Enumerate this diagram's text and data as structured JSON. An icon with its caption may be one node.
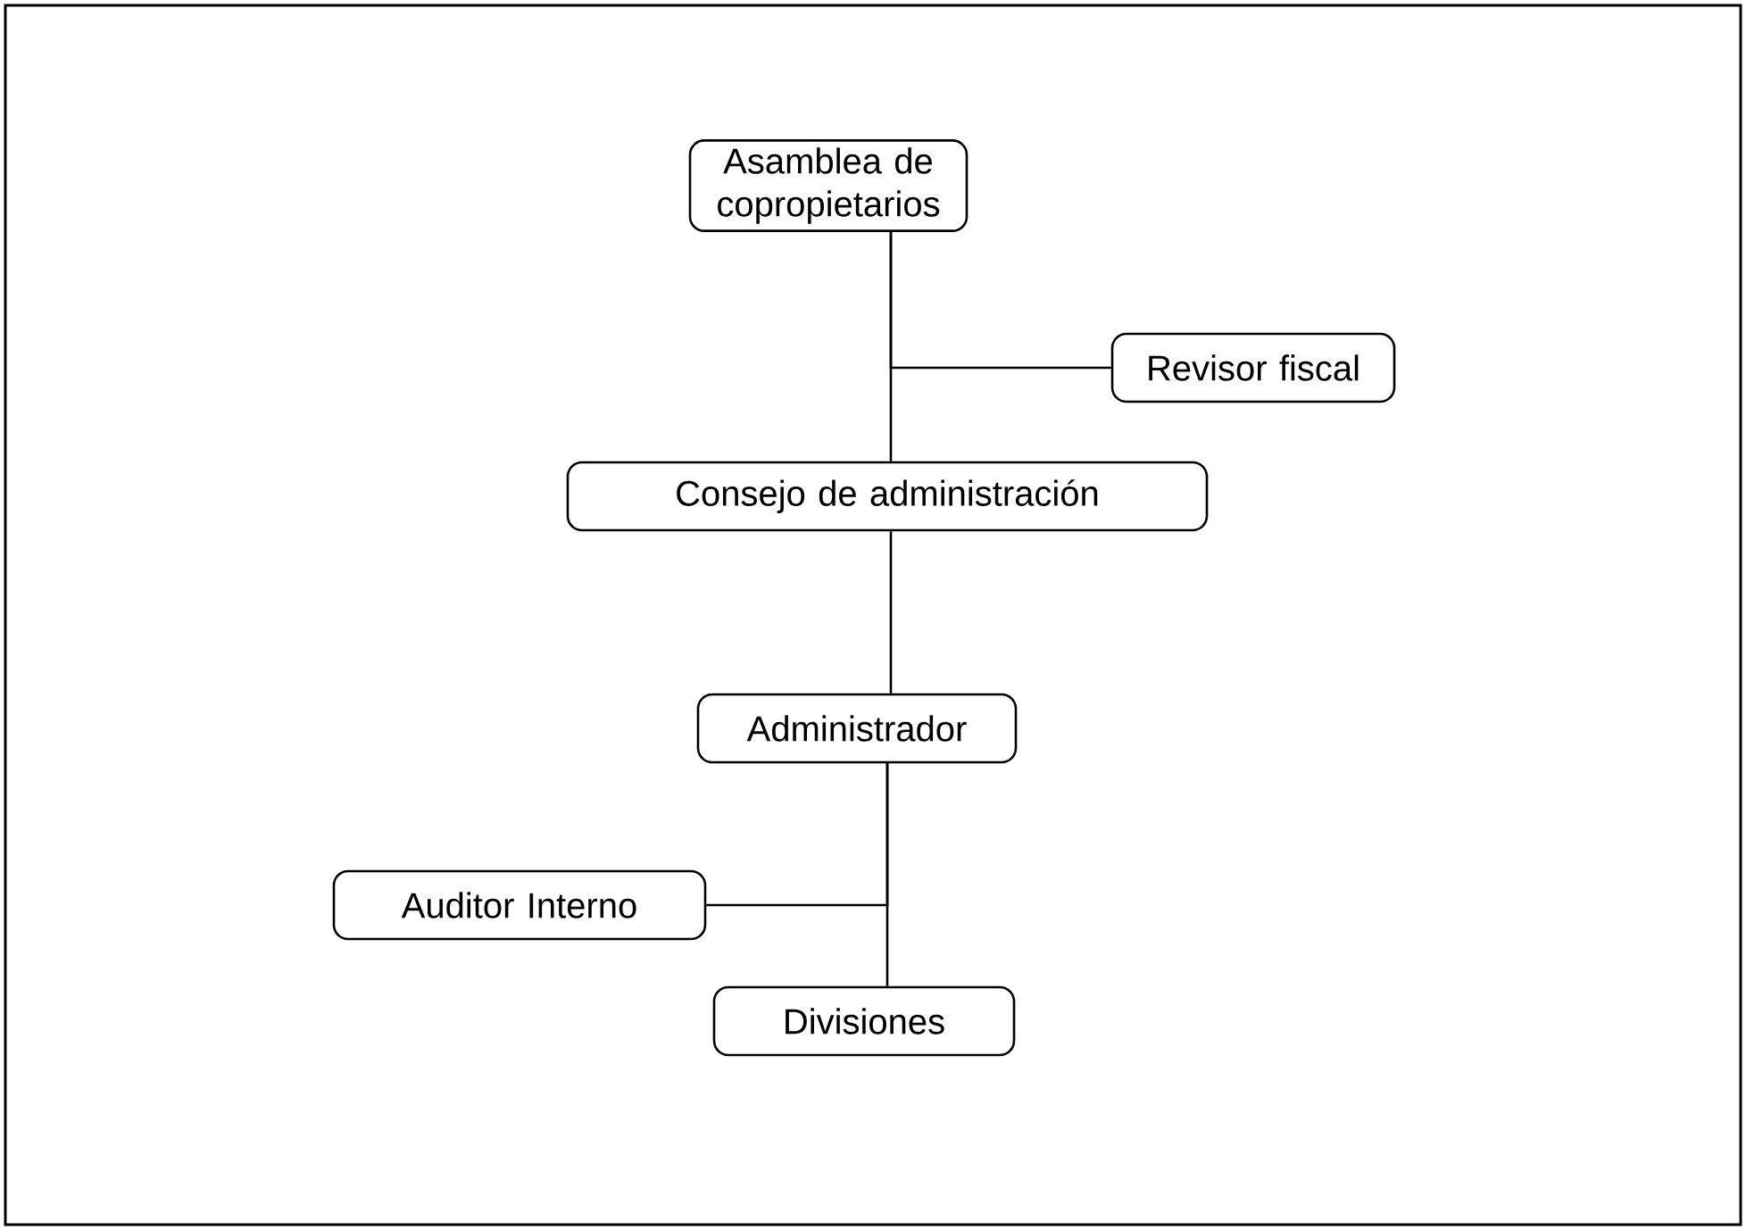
{
  "diagram": {
    "nodes": [
      {
        "text": [
          "Asamblea de copropietarios"
        ]
      },
      {
        "text": [
          "Revisor fiscal"
        ]
      },
      {
        "text": [
          "Consejo de administración"
        ]
      },
      {
        "text": [
          "Administrador"
        ]
      },
      {
        "text": [
          "Auditor Interno"
        ]
      },
      {
        "text": [
          "Divisiones"
        ]
      }
    ],
    "edges": [
      {
        "from": 0,
        "to": 2,
        "arrow": "none"
      },
      {
        "from": 0,
        "to": 1,
        "arrow": "none"
      },
      {
        "from": 2,
        "to": 3,
        "arrow": "none"
      },
      {
        "from": 3,
        "to": 5,
        "arrow": "none"
      },
      {
        "from": 3,
        "to": 4,
        "arrow": "none"
      }
    ]
  }
}
